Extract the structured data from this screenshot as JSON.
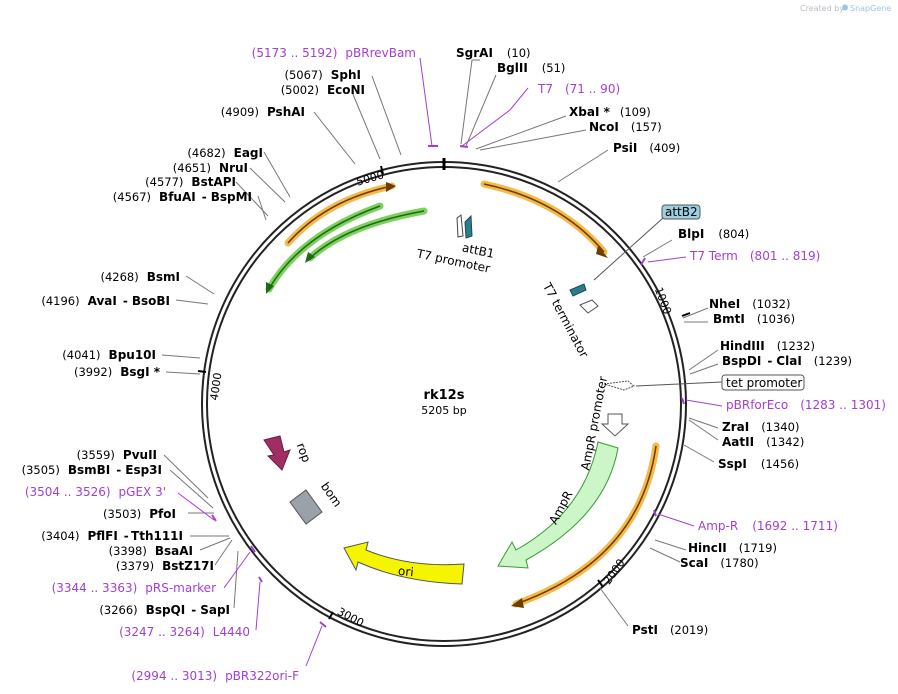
{
  "plasmid": {
    "name": "rk12s",
    "size_text": "5205 bp",
    "length": 5205
  },
  "credit": {
    "prefix": "Created by",
    "brand": "SnapGene",
    "brand_color": "#9ec3e6"
  },
  "colors": {
    "orange": "#f7b84a",
    "green": "#7cd15e",
    "darkgreen": "#2b8a1e",
    "yellow": "#f5f500",
    "mint": "#ccf5c8",
    "teal": "#2c7e8c",
    "maroon": "#a12e62",
    "gray": "#9aa1a8",
    "primer": "#a23fd3"
  },
  "ticks": [
    {
      "pos": 1000,
      "label": "1000"
    },
    {
      "pos": 2000,
      "label": "2000"
    },
    {
      "pos": 3000,
      "label": "3000"
    },
    {
      "pos": 4000,
      "label": "4000"
    },
    {
      "pos": 5000,
      "label": "5000"
    }
  ],
  "sites": [
    {
      "name": "SgrAI",
      "pos": "(10)"
    },
    {
      "name": "BglII",
      "pos": "(51)"
    },
    {
      "name": "XbaI *",
      "pos": "(109)"
    },
    {
      "name": "NcoI",
      "pos": "(157)"
    },
    {
      "name": "PsiI",
      "pos": "(409)"
    },
    {
      "name": "BlpI",
      "pos": "(804)"
    },
    {
      "name": "NheI",
      "pos": "(1032)"
    },
    {
      "name": "BmtI",
      "pos": "(1036)"
    },
    {
      "name": "HindIII",
      "pos": "(1232)"
    },
    {
      "name": "BspDI",
      "sep": "-",
      "name2": "ClaI",
      "pos": "(1239)"
    },
    {
      "name": "ZraI",
      "pos": "(1340)"
    },
    {
      "name": "AatII",
      "pos": "(1342)"
    },
    {
      "name": "SspI",
      "pos": "(1456)"
    },
    {
      "name": "HincII",
      "pos": "(1719)"
    },
    {
      "name": "ScaI",
      "pos": "(1780)"
    },
    {
      "name": "PstI",
      "pos": "(2019)"
    },
    {
      "name": "BspQI",
      "sep": "-",
      "name2": "SapI",
      "pos": "(3266)"
    },
    {
      "name": "BstZ17I",
      "pos": "(3379)"
    },
    {
      "name": "BsaAI",
      "pos": "(3398)"
    },
    {
      "name": "PflFI",
      "sep": "-",
      "name2": "Tth111I",
      "pos": "(3404)"
    },
    {
      "name": "PfoI",
      "pos": "(3503)"
    },
    {
      "name": "BsmBI",
      "sep": "-",
      "name2": "Esp3I",
      "pos": "(3505)"
    },
    {
      "name": "PvuII",
      "pos": "(3559)"
    },
    {
      "name": "BsgI *",
      "pos": "(3992)"
    },
    {
      "name": "Bpu10I",
      "pos": "(4041)"
    },
    {
      "name": "AvaI",
      "sep": "-",
      "name2": "BsoBI",
      "pos": "(4196)"
    },
    {
      "name": "BsmI",
      "pos": "(4268)"
    },
    {
      "name": "BfuAI",
      "sep": "-",
      "name2": "BspMI",
      "pos": "(4567)"
    },
    {
      "name": "BstAPI",
      "pos": "(4577)"
    },
    {
      "name": "NruI",
      "pos": "(4651)"
    },
    {
      "name": "EagI",
      "pos": "(4682)"
    },
    {
      "name": "PshAI",
      "pos": "(4909)"
    },
    {
      "name": "EcoNI",
      "pos": "(5002)"
    },
    {
      "name": "SphI",
      "pos": "(5067)"
    }
  ],
  "primers": [
    {
      "name": "pBRrevBam",
      "range": "(5173 .. 5192)"
    },
    {
      "name": "T7",
      "range": "(71 .. 90)"
    },
    {
      "name": "T7 Term",
      "range": "(801 .. 819)"
    },
    {
      "name": "pBRforEco",
      "range": "(1283 .. 1301)"
    },
    {
      "name": "Amp-R",
      "range": "(1692 .. 1711)"
    },
    {
      "name": "pGEX 3'",
      "range": "(3504 .. 3526)"
    },
    {
      "name": "pRS-marker",
      "range": "(3344 .. 3363)"
    },
    {
      "name": "L4440",
      "range": "(3247 .. 3264)"
    },
    {
      "name": "pBR322ori-F",
      "range": "(2994 .. 3013)"
    }
  ],
  "features": {
    "attB2": "attB2",
    "attB1": "attB1",
    "t7_promoter": "T7 promoter",
    "t7_terminator": "T7 terminator",
    "tet_promoter": "tet promoter",
    "ampr_promoter": "AmpR promoter",
    "ampr": "AmpR",
    "ori": "ori",
    "rop": "rop",
    "bom": "bom"
  }
}
